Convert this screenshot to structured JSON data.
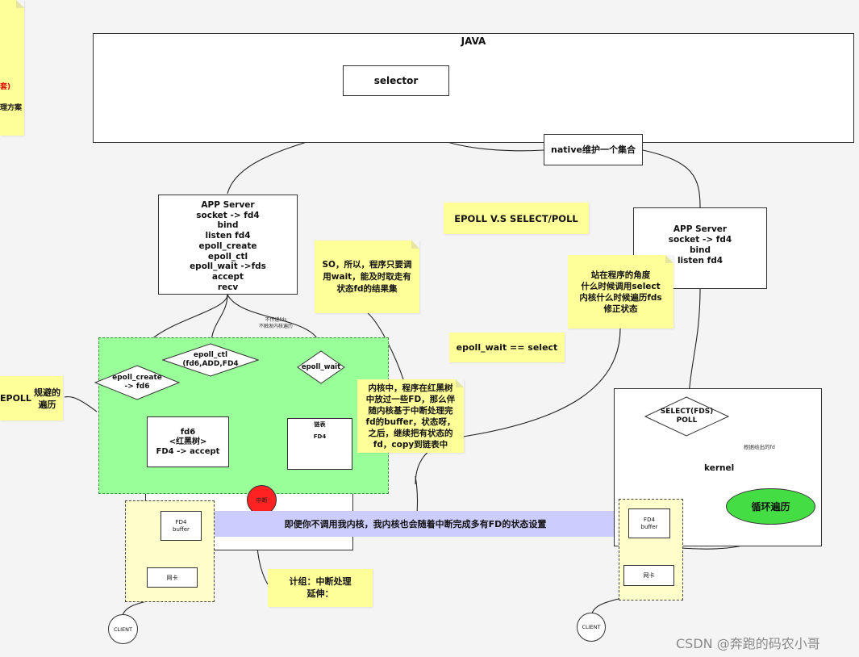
{
  "java_panel": {
    "title": "JAVA",
    "selector_label": "selector"
  },
  "native_box": {
    "line1": "native",
    "line2": "维护一个集合"
  },
  "left_note": {
    "line1": "套)",
    "line2": "理方案"
  },
  "epoll_note": {
    "line1": "EPOLL",
    "line2": "规避的遍历"
  },
  "app_server_left": {
    "lines": [
      "APP  Server",
      "socket -> fd4",
      "bind",
      "listen fd4",
      "epoll_create",
      "epoll_ctl",
      "epoll_wait  ->fds",
      "accept",
      "recv"
    ]
  },
  "app_server_right": {
    "lines": [
      "APP  Server",
      "socket -> fd4",
      "bind",
      "listen fd4"
    ]
  },
  "title_note": "EPOLL  V.S  SELECT/POLL",
  "so_note": "SO，所以，程序只要调\n用wait，能及时取走有\n状态fd的结果集",
  "equal_note": "epoll_wait  ==  select",
  "perspective_note": "站在程序的角度\n什么时候调用select\n内核什么时候遍历fds\n修正状态",
  "kernel_note": "内核中，程序在红黑树\n中放过一些FD，那么伴\n随内核基于中断处理完\nfd的buffer，状态呀，\n之后，继续把有状态的\nfd，copy到链表中",
  "interrupt_bar": "即便你不调用我内核，我内核也会随着中断完成多有FD的状态设置",
  "delay_note": "计组：中断处理\n延伸：",
  "no_fds_note": "不传递fds\n不触发内核遍历",
  "diamonds": {
    "epoll_create": "epoll_create\n-> fd6",
    "epoll_ctl": "epoll_ctl\n(fd6,ADD,FD4",
    "epoll_wait": "epoll_wait",
    "select_poll": "SELECT(FDS)\nPOLL"
  },
  "fd6_box": "fd6\n<红黑树>\nFD4 -> accept",
  "list_box": {
    "title": "链表",
    "item": "FD4"
  },
  "interrupt_circle": "中断",
  "kernel_label": "kernel",
  "traverse_fd_label": "根据给出的fd",
  "loop_label": "循环遍历",
  "left_nic": {
    "buffer": "FD4\nbuffer",
    "nic": "网卡",
    "client": "CLIENT"
  },
  "right_nic": {
    "buffer": "FD4\nbuffer",
    "nic": "网卡",
    "client": "CLIENT"
  },
  "watermark": "CSDN @奔跑的码农小哥",
  "colors": {
    "note": "#ffff99",
    "green": "#99ff99",
    "lavender": "#ccccff",
    "red": "#ff2222",
    "loop_green": "#44dd44"
  }
}
